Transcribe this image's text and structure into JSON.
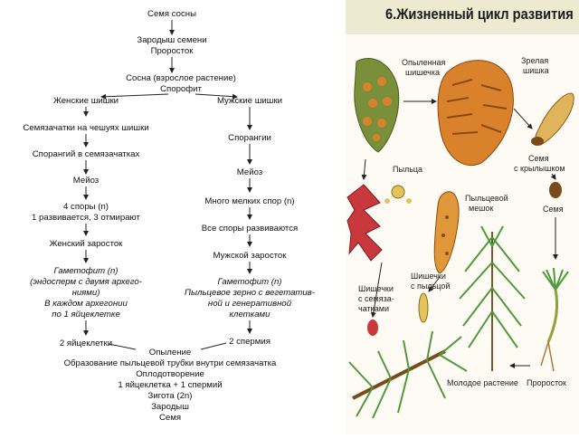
{
  "scheme": {
    "seed": "Семя сосны",
    "embryo_line1": "Зародыш семени",
    "embryo_line2": "Проросток",
    "adult_line1": "Сосна (взрослое растение)",
    "adult_line2": "Спорофит",
    "female_cones": "Женские шишки",
    "male_cones": "Мужские шишки",
    "ovules": "Семязачатки на чешуях шишки",
    "sporangium_ovule": "Спорангий в семязачатках",
    "meiosis_left": "Мейоз",
    "spores4_line1": "4 споры (n)",
    "spores4_line2": "1 развивается, 3 отмирают",
    "female_gametophyte_stage": "Женский заросток",
    "fg_line1": "Гаметофит (n)",
    "fg_line2": "(эндосперм с двумя архего-",
    "fg_line3": "ниями)",
    "fg_line4": "В каждом архегонии",
    "fg_line5": "по 1 яйцеклетке",
    "egg_cells": "2 яйцеклетки",
    "sporangia": "Спорангии",
    "meiosis_right": "Мейоз",
    "many_spores": "Много мелких спор (n)",
    "all_develop": "Все споры развиваются",
    "male_gametophyte_stage": "Мужской заросток",
    "mg_line1": "Гаметофит (n)",
    "mg_line2": "Пыльцевое зерно с вегетатив-",
    "mg_line3": "ной и генеративной",
    "mg_line4": "клетками",
    "sperms": "2 спермия",
    "pollination": "Опыление",
    "pollen_tube": "Образование пыльцевой трубки внутри семязачатка",
    "fertilization": "Оплодотворение",
    "fusion": "1 яйцеклетка + 1 спермий",
    "zygote": "Зигота (2n)",
    "embryo": "Зародыш",
    "seed_final": "Семя"
  },
  "panel": {
    "title": "6.Жизненный цикл развития",
    "label_pollinated_cone_1": "Опыленная",
    "label_pollinated_cone_2": "шишечка",
    "label_mature_cone_1": "Зрелая",
    "label_mature_cone_2": "шишка",
    "label_winged_seed_1": "Семя",
    "label_winged_seed_2": "с крылышком",
    "label_pollen": "Пыльца",
    "label_pollen_sac_1": "Пыльцевой",
    "label_pollen_sac_2": "мешок",
    "label_seed": "Семя",
    "label_ovule_cones_1": "Шишечки",
    "label_ovule_cones_2": "с семяза-",
    "label_ovule_cones_3": "чатками",
    "label_pollen_cones_1": "Шишечки",
    "label_pollen_cones_2": "с пыльцой",
    "label_young_plant": "Молодое растение",
    "label_seedling": "Проросток"
  },
  "colors": {
    "arrow": "#222222",
    "cone_orange": "#d9822b",
    "cone_green": "#7a8f3a",
    "female_cone_red": "#c8383c",
    "needle_green": "#4f9a3c",
    "header_bg": "#ecead0"
  }
}
